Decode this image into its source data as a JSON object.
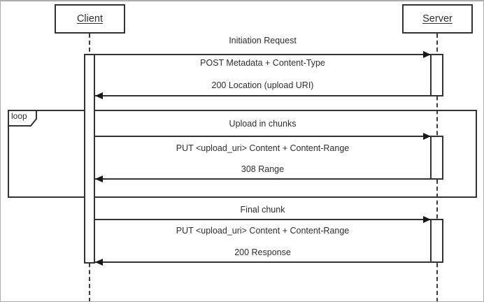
{
  "diagram": {
    "type": "uml-sequence-diagram",
    "actors": {
      "client": "Client",
      "server": "Server"
    },
    "loop": {
      "label": "loop"
    },
    "sections": [
      {
        "header": "Initiation Request",
        "request": "POST Metadata + Content-Type",
        "response": "200 Location (upload URI)"
      },
      {
        "header": "Upload in chunks",
        "request": "PUT <upload_uri> Content + Content-Range",
        "response": "308 Range"
      },
      {
        "header": "Final chunk",
        "request": "PUT <upload_uri> Content + Content-Range",
        "response": "200 Response"
      }
    ],
    "colors": {
      "line": "#333333",
      "text": "#2e2e2e",
      "background": "#ffffff",
      "outer_border": "#ababab"
    }
  }
}
